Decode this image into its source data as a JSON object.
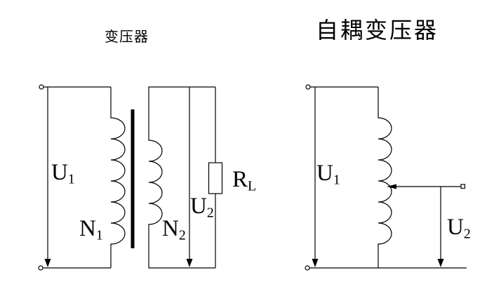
{
  "titles": {
    "left": "变压器",
    "right": "自耦变压器"
  },
  "left_diagram": {
    "name": "transformer",
    "labels": {
      "primary_voltage": {
        "main": "U",
        "sub": "1"
      },
      "primary_turns": {
        "main": "N",
        "sub": "1"
      },
      "secondary_turns": {
        "main": "N",
        "sub": "2"
      },
      "secondary_voltage": {
        "main": "U",
        "sub": "2"
      },
      "load_resistor": {
        "main": "R",
        "sub": "L"
      }
    }
  },
  "right_diagram": {
    "name": "autotransformer",
    "labels": {
      "input_voltage": {
        "main": "U",
        "sub": "1"
      },
      "output_voltage": {
        "main": "U",
        "sub": "2"
      }
    }
  },
  "colors": {
    "line": "#000000",
    "background": "#ffffff"
  }
}
